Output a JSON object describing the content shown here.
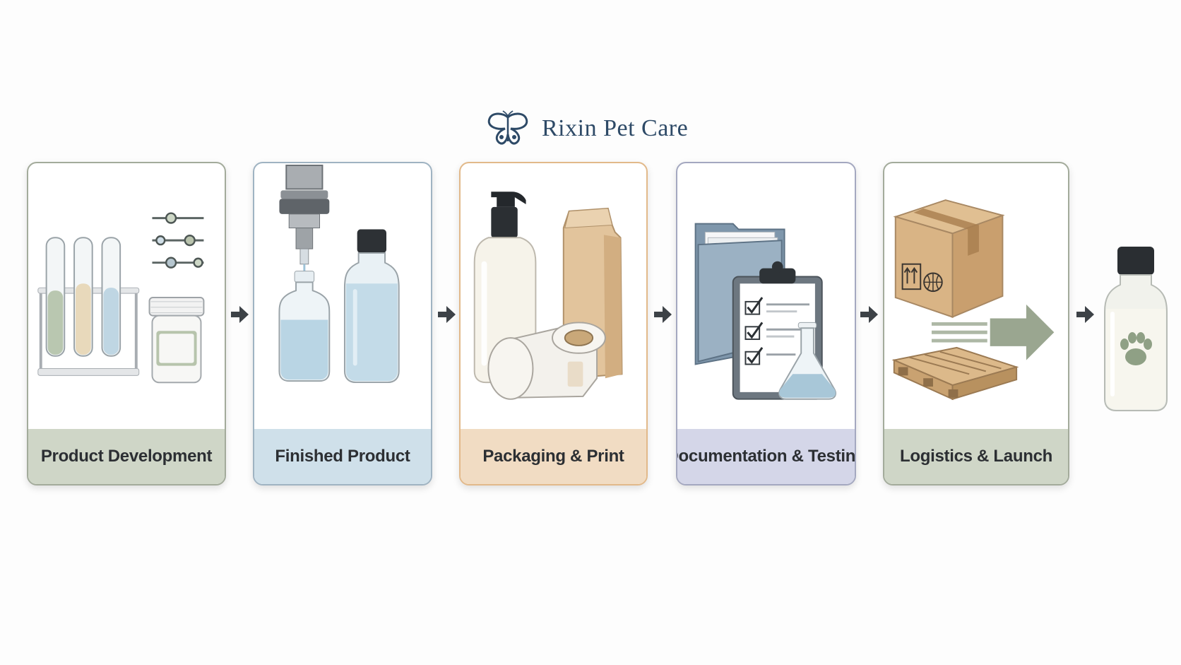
{
  "brand": {
    "name": "Rixin Pet Care",
    "logo_icon": "butterfly-logo-icon",
    "color": "#2e4a67"
  },
  "stages": [
    {
      "label": "Product Development",
      "accent": "#cfd6c7",
      "icons": [
        "test-tubes-icon",
        "sliders-icon",
        "jar-icon"
      ]
    },
    {
      "label": "Finished Product",
      "accent": "#cfe0ea",
      "icons": [
        "filling-nozzle-icon",
        "dropper-bottle-icon",
        "bottle-icon"
      ]
    },
    {
      "label": "Packaging & Print",
      "accent": "#f1dcc3",
      "icons": [
        "pump-bottle-icon",
        "paper-bag-icon",
        "label-roll-icon"
      ]
    },
    {
      "label": "Documentation & Testing",
      "accent": "#d4d6e8",
      "icons": [
        "folder-icon",
        "clipboard-checklist-icon",
        "flask-icon"
      ]
    },
    {
      "label": "Logistics & Launch",
      "accent": "#cfd6c7",
      "icons": [
        "shipping-box-icon",
        "pallet-icon",
        "forward-arrow-icon"
      ]
    }
  ],
  "arrows": [
    "arrow-right-icon",
    "arrow-right-icon",
    "arrow-right-icon",
    "arrow-right-icon",
    "arrow-right-icon"
  ],
  "final_product": {
    "icon": "paw-bottle-icon"
  }
}
